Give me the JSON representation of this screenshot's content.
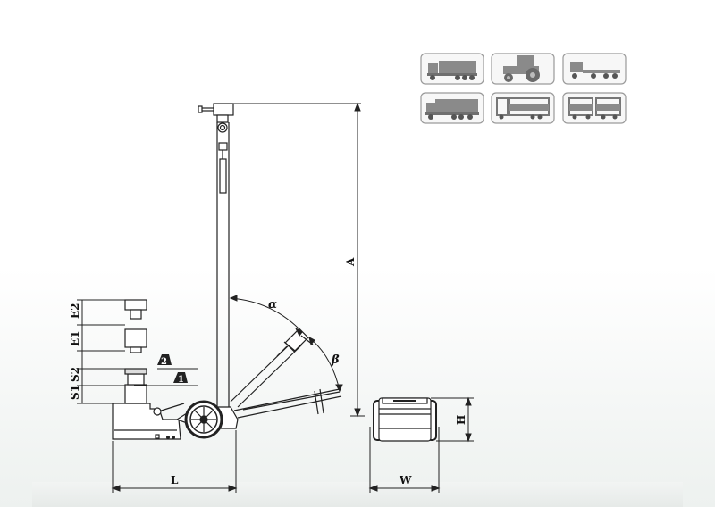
{
  "dimension_labels": {
    "A": "A",
    "L": "L",
    "W": "W",
    "H": "H",
    "E2": "E2",
    "E1": "E1",
    "S2": "S2",
    "S1": "S1",
    "alpha": "α",
    "beta": "β"
  },
  "stage_badges": {
    "stage1": "1",
    "stage2": "2"
  },
  "vehicle_icons": [
    {
      "name": "truck-icon"
    },
    {
      "name": "tractor-icon"
    },
    {
      "name": "flatbed-truck-icon"
    },
    {
      "name": "box-truck-icon"
    },
    {
      "name": "semi-trailer-icon"
    },
    {
      "name": "truck-trailer-icon"
    }
  ],
  "colors": {
    "line": "#222222",
    "icon_fill": "#8a8a8a",
    "tile_border": "#9a9a9a"
  }
}
